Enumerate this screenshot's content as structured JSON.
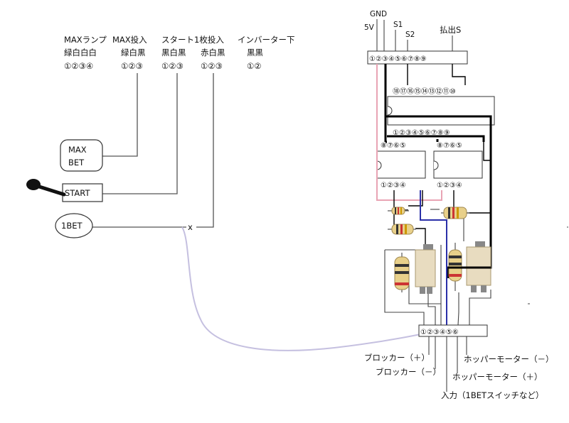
{
  "connector_groups": [
    {
      "name": "MAXランプ",
      "colors": "緑白白白",
      "pins": "①②③④"
    },
    {
      "name": "MAX投入",
      "colors": "緑白黒",
      "pins": "①②③"
    },
    {
      "name": "スタート",
      "colors": "黒白黒",
      "pins": "①②③"
    },
    {
      "name": "1枚投入",
      "colors": "赤白黒",
      "pins": "①②③"
    },
    {
      "name": "インバーター下",
      "colors": "黒黒",
      "pins": "①②"
    }
  ],
  "switches": {
    "max_bet_line1": "MAX",
    "max_bet_line2": "BET",
    "start": "START",
    "one_bet": "1BET",
    "cross_mark": "x"
  },
  "top_connector": {
    "labels": {
      "gnd": "GND",
      "v5": "5V",
      "s1": "S1",
      "s2": "S2",
      "payout": "払出S"
    },
    "pins": "①②③④⑤⑥⑦⑧⑨"
  },
  "ic_top": {
    "top_pins": "⑱⑰⑯⑮⑭⑬⑫⑪⑩",
    "bottom_pins": "①②③④⑤⑥⑦⑧⑨"
  },
  "opto_left": {
    "top_pins": "⑧⑦⑥⑤",
    "bottom_pins": "①②③④"
  },
  "opto_right": {
    "top_pins": "⑧⑦⑥⑤",
    "bottom_pins": "①②③④"
  },
  "bottom_connector": {
    "pins": "①②③④⑤⑥"
  },
  "output_labels": {
    "blocker_plus": "ブロッカー（＋）",
    "blocker_minus": "ブロッカー（－）",
    "input": "入力（1BETスイッチなど）",
    "hopper_plus": "ホッパーモーター（＋）",
    "hopper_minus": "ホッパーモーター（－）"
  },
  "colors": {
    "wire_black": "#000000",
    "wire_pink": "#e9a4b4",
    "wire_blue": "#2a2fa8",
    "wire_lavender": "#c5c0e0",
    "wire_gray": "#555555",
    "component_beige": "#e8dcc0",
    "resistor_body": "#e8d08a"
  }
}
